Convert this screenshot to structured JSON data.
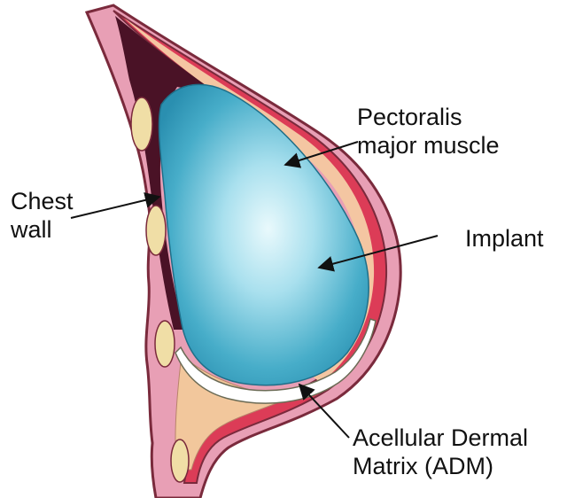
{
  "labels": {
    "pectoralis": [
      "Pectoralis",
      "major muscle"
    ],
    "chest_wall": [
      "Chest",
      "wall"
    ],
    "implant": [
      "Implant"
    ],
    "adm": [
      "Acellular Dermal",
      "Matrix (ADM)"
    ]
  },
  "colors": {
    "skin": "#e8a0b6",
    "skin_outline": "#7a2a3c",
    "muscle": "#d93a55",
    "fat": "#f3c9a1",
    "cavity": "#4a1226",
    "implant_light": "#dff6fb",
    "implant_dark": "#2a9bbb",
    "adm": "#ffffff",
    "rib": "#efe0a8",
    "arrow": "#111111"
  }
}
